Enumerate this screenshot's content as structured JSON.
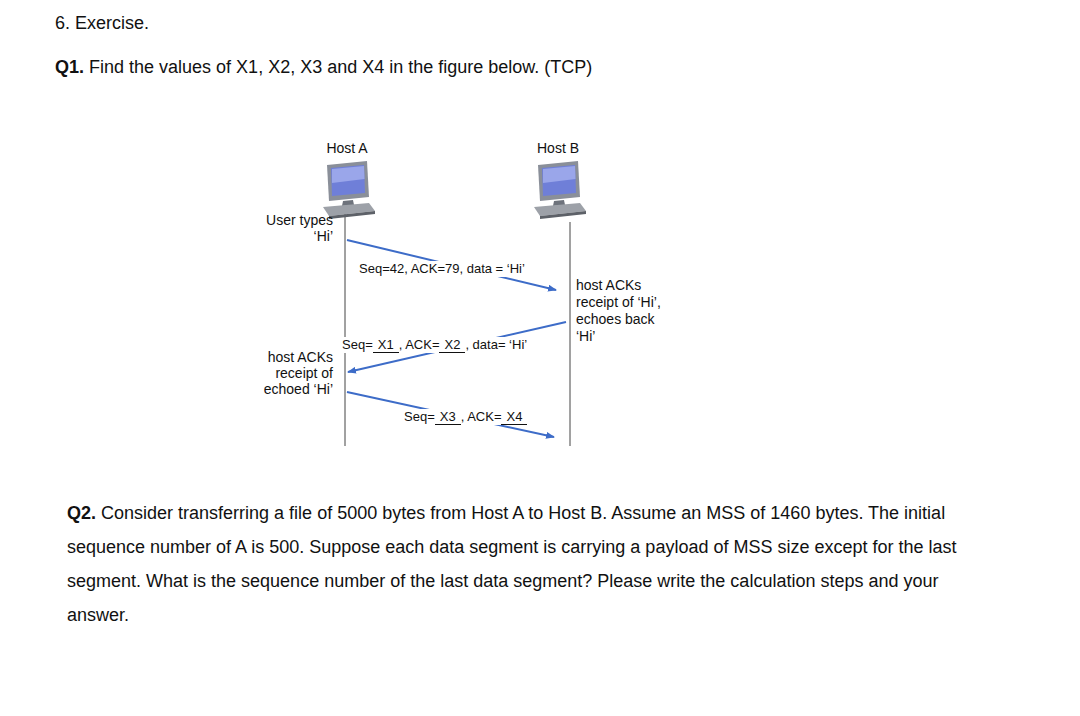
{
  "diagram": {
    "title": "6. Exercise.",
    "nodes": [
      {
        "text": [
          "Host A"
        ]
      },
      {
        "text": [
          "Host B"
        ]
      }
    ],
    "labels": [
      "Q1.",
      "Find the values of X1, X2, X3 and X4 in the figure below. (TCP)",
      "User types ‘Hi’",
      "Seq=42, ACK=79, data = ‘Hi’",
      "host ACKs receipt of ‘Hi’, echoes back ‘Hi’",
      "Seq=",
      "X1",
      ", ACK=",
      "X2",
      ", data= ‘Hi’",
      "host ACKs receipt of echoed ‘Hi’",
      "Seq=",
      "X3",
      ", ACK=",
      "X4",
      "Q2.",
      "Consider transferring a file of 5000 bytes from Host A to Host B. Assume an MSS of 1460 bytes. The initial sequence number of A is 500. Suppose each data segment is carrying a payload of MSS size except for the last segment. What is the sequence number of the last data segment? Please write the calculation steps and your answer."
    ]
  }
}
